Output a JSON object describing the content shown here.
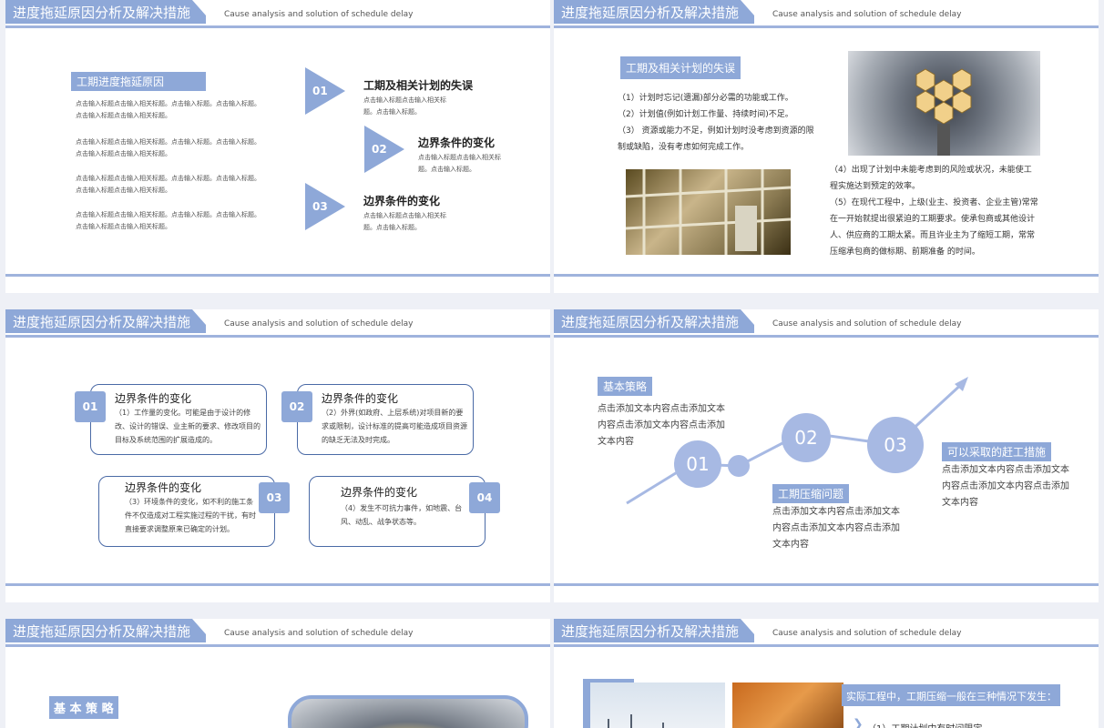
{
  "header": {
    "title": "进度拖延原因分析及解决措施",
    "subtitle": "Cause analysis and solution of schedule delay"
  },
  "slide1": {
    "tag": "工期进度拖延原因",
    "paragraphs": [
      "点击输入标题点击输入相关标题。点击输入标题。点击输入标题。点击输入标题点击输入相关标题。",
      "点击输入标题点击输入相关标题。点击输入标题。点击输入标题。点击输入标题点击输入相关标题。",
      "点击输入标题点击输入相关标题。点击输入标题。点击输入标题。点击输入标题点击输入相关标题。",
      "点击输入标题点击输入相关标题。点击输入标题。点击输入标题。点击输入标题点击输入相关标题。"
    ],
    "items": [
      {
        "num": "01",
        "title": "工期及相关计划的失误",
        "text": "点击输入标题点击输入相关标题。点击输入标题。"
      },
      {
        "num": "02",
        "title": "边界条件的变化",
        "text": "点击输入标题点击输入相关标题。点击输入标题。"
      },
      {
        "num": "03",
        "title": "边界条件的变化",
        "text": "点击输入标题点击输入相关标题。点击输入标题。"
      }
    ]
  },
  "slide2": {
    "tag": "工期及相关计划的失误",
    "p1": "（1）计划时忘记(遗漏)部分必需的功能或工作。",
    "p2": "（2）计划值(例如计划工作量、持续时间)不足。",
    "p3": "（3） 资源或能力不足，例如计划时没考虑到资源的限制或缺陷，没有考虑如何完成工作。",
    "p4": "（4）出现了计划中未能考虑到的风险或状况，未能使工程实施达到预定的效率。",
    "p5": "（5）在现代工程中，上级(业主、投资者、企业主管)常常在一开始就提出很紧迫的工期要求。使承包商或其他设计人、供应商的工期太紧。而且许业主为了缩短工期，常常压缩承包商的做标期、前期准备 的时间。"
  },
  "slide3": {
    "boxes": [
      {
        "num": "01",
        "title": "边界条件的变化",
        "text": "（1）工作量的变化。可能是由于设计的修改、设计的错误、业主新的要求、修改项目的目标及系统范围的扩展造成的。"
      },
      {
        "num": "02",
        "title": "边界条件的变化",
        "text": "（2）外界(如政府、上层系统)对项目新的要求或限制，设计标准的提高可能造成项目资源的缺乏无法及时完成。"
      },
      {
        "num": "03",
        "title": "边界条件的变化",
        "text": "（3）环境条件的变化，如不利的施工条件不仅造成对工程实施过程的干扰，有时直接要求调整原来已确定的计划。"
      },
      {
        "num": "04",
        "title": "边界条件的变化",
        "text": "（4）发生不可抗力事件，如地震、台风、动乱、战争状态等。"
      }
    ]
  },
  "slide4": {
    "tag1": "基本策略",
    "text1": "点击添加文本内容点击添加文本内容点击添加文本内容点击添加文本内容",
    "tag2": "工期压缩问题",
    "text2": "点击添加文本内容点击添加文本内容点击添加文本内容点击添加文本内容",
    "tag3": "可以采取的赶工措施",
    "text3": "点击添加文本内容点击添加文本内容点击添加文本内容点击添加文本内容",
    "nums": [
      "01",
      "02",
      "03"
    ]
  },
  "slide5": {
    "tag": "基 本 策 略"
  },
  "slide6": {
    "banner": "实际工程中，工期压缩一般在三种情况下发生：",
    "item1": "（1）工期计划中有时间限定"
  }
}
